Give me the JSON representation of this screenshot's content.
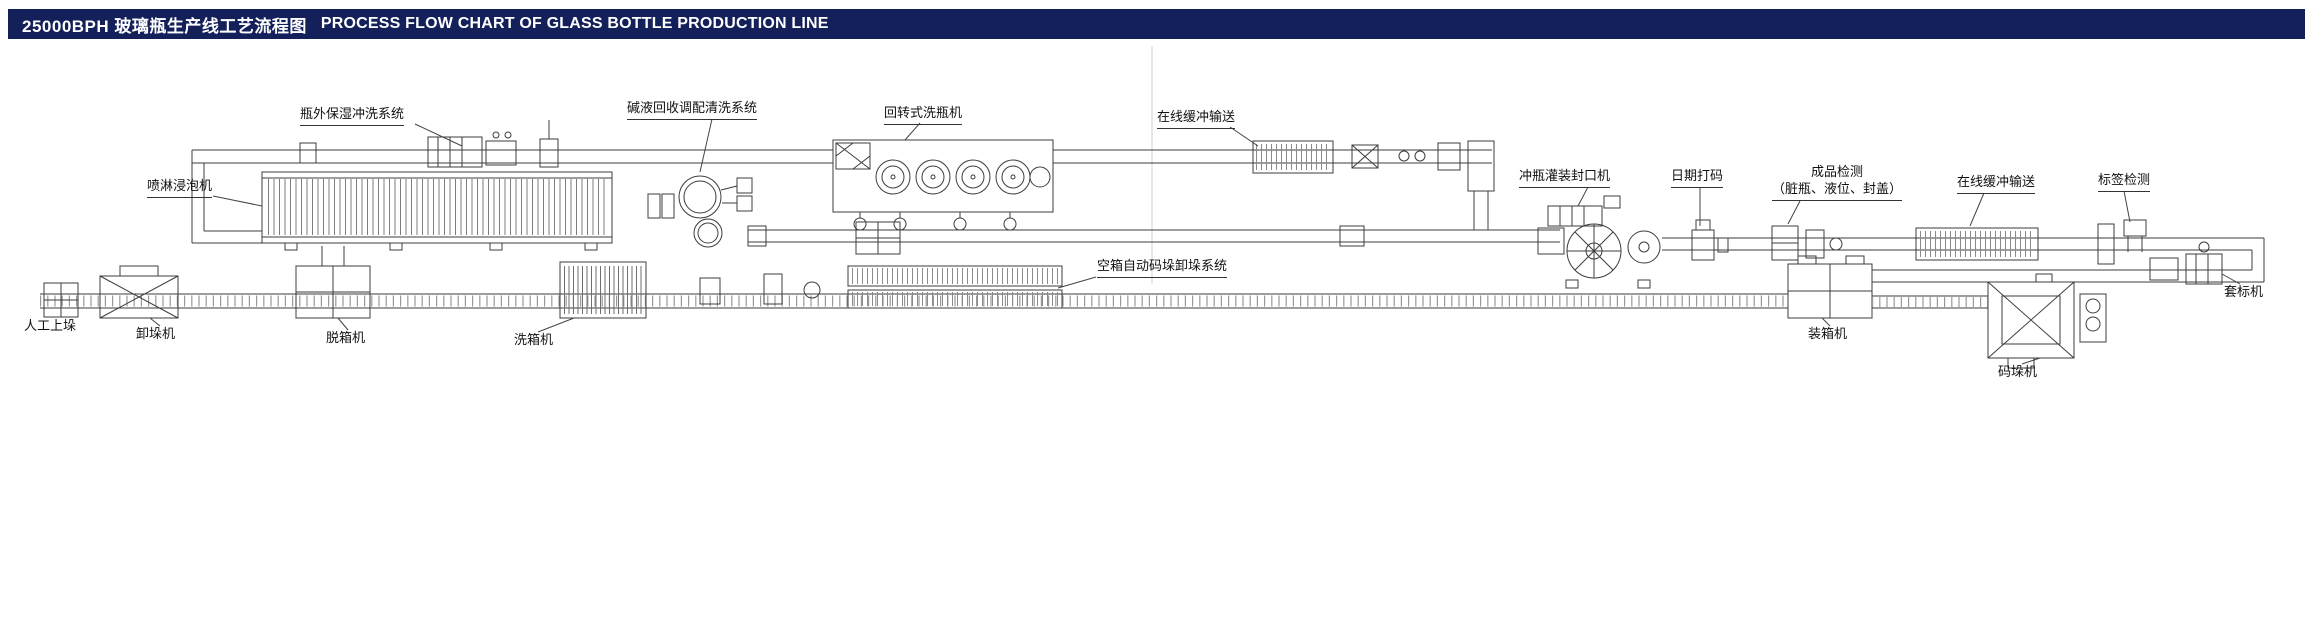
{
  "header": {
    "title_cn": "25000BPH 玻璃瓶生产线工艺流程图",
    "title_en": "PROCESS FLOW CHART OF GLASS BOTTLE PRODUCTION LINE",
    "bg_color": "#13205a",
    "text_color": "#ffffff"
  },
  "diagram": {
    "line_color": "#3c3c3c",
    "labels": {
      "spray_soaker": "喷淋浸泡机",
      "bottle_exterior_rinse": "瓶外保湿冲洗系统",
      "alkali_recovery": "碱液回收调配清洗系统",
      "rotary_washer": "回转式洗瓶机",
      "buffer_conveyor_top": "在线缓冲输送",
      "rinser_filler_capper": "冲瓶灌装封口机",
      "date_coder": "日期打码",
      "product_inspection_line1": "成品检测",
      "product_inspection_line2": "（脏瓶、液位、封盖）",
      "buffer_conveyor_right": "在线缓冲输送",
      "label_inspection": "标签检测",
      "empty_crate_system": "空箱自动码垛卸垛系统",
      "manual_loading": "人工上垛",
      "depalletizer": "卸垛机",
      "decrater": "脱箱机",
      "crate_washer": "洗箱机",
      "crate_packer": "装箱机",
      "palletizer": "码垛机",
      "sleeve_labeler": "套标机"
    }
  }
}
